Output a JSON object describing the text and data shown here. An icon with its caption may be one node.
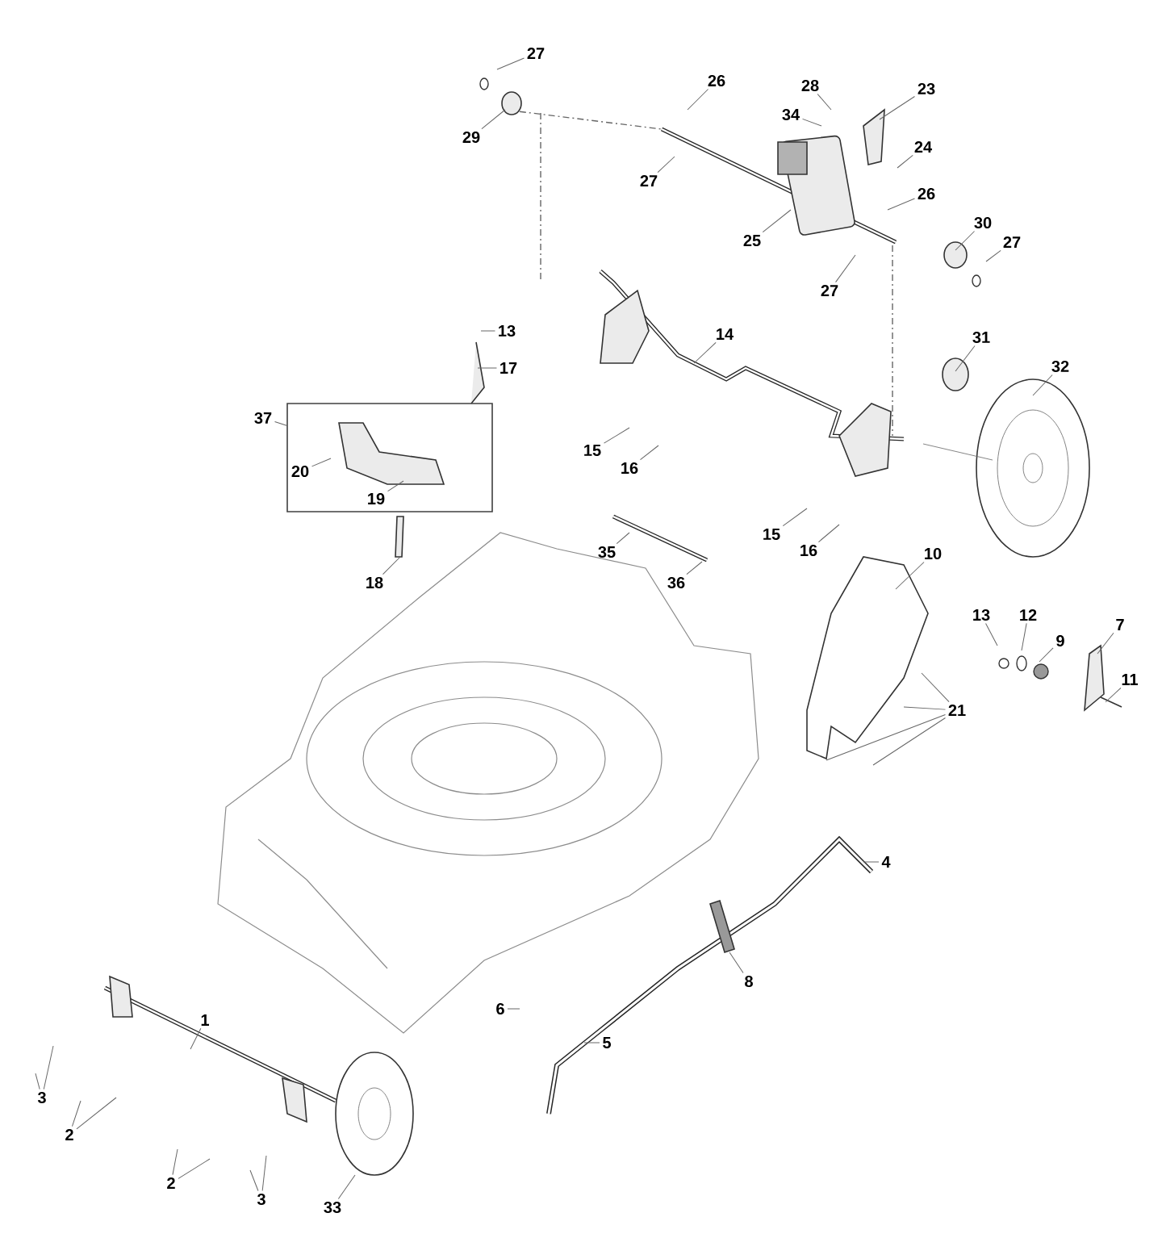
{
  "diagram": {
    "nodes": [
      {
        "text": [
          "27"
        ]
      },
      {
        "text": [
          "26"
        ]
      },
      {
        "text": [
          "28"
        ]
      },
      {
        "text": [
          "23"
        ]
      },
      {
        "text": [
          "34"
        ]
      },
      {
        "text": [
          "29"
        ]
      },
      {
        "text": [
          "24"
        ]
      },
      {
        "text": [
          "27"
        ]
      },
      {
        "text": [
          "26"
        ]
      },
      {
        "text": [
          "30"
        ]
      },
      {
        "text": [
          "27"
        ]
      },
      {
        "text": [
          "25"
        ]
      },
      {
        "text": [
          "27"
        ]
      },
      {
        "text": [
          "13"
        ]
      },
      {
        "text": [
          "17"
        ]
      },
      {
        "text": [
          "14"
        ]
      },
      {
        "text": [
          "31"
        ]
      },
      {
        "text": [
          "32"
        ]
      },
      {
        "text": [],
        "shape": "box"
      },
      {
        "text": [
          "37"
        ]
      },
      {
        "text": [
          "20"
        ],
        "in": 18
      },
      {
        "text": [
          "19"
        ],
        "in": 18
      },
      {
        "text": [
          "15"
        ]
      },
      {
        "text": [
          "16"
        ]
      },
      {
        "text": [
          "15"
        ]
      },
      {
        "text": [
          "16"
        ]
      },
      {
        "text": [
          "18"
        ]
      },
      {
        "text": [
          "35"
        ]
      },
      {
        "text": [
          "36"
        ]
      },
      {
        "text": [
          "10"
        ]
      },
      {
        "text": [
          "13"
        ]
      },
      {
        "text": [
          "12"
        ]
      },
      {
        "text": [
          "9"
        ]
      },
      {
        "text": [
          "7"
        ]
      },
      {
        "text": [
          "11"
        ]
      },
      {
        "text": [
          "21"
        ]
      },
      {
        "text": [
          "4"
        ]
      },
      {
        "text": [
          "8"
        ]
      },
      {
        "text": [
          "6"
        ]
      },
      {
        "text": [
          "5"
        ]
      },
      {
        "text": [
          "1"
        ]
      },
      {
        "text": [
          "3"
        ]
      },
      {
        "text": [
          "2"
        ]
      },
      {
        "text": [
          "2"
        ]
      },
      {
        "text": [
          "3"
        ]
      },
      {
        "text": [
          "33"
        ]
      }
    ],
    "edges": [
      {
        "from": 0,
        "to": null,
        "arrow": "none"
      },
      {
        "from": 1,
        "to": null,
        "arrow": "none"
      },
      {
        "from": 2,
        "to": null,
        "arrow": "none"
      },
      {
        "from": 3,
        "to": null,
        "arrow": "none"
      },
      {
        "from": 4,
        "to": null,
        "arrow": "none"
      },
      {
        "from": 5,
        "to": null,
        "arrow": "none"
      },
      {
        "from": 6,
        "to": null,
        "arrow": "none"
      },
      {
        "from": 7,
        "to": null,
        "arrow": "none"
      },
      {
        "from": 8,
        "to": null,
        "arrow": "none"
      },
      {
        "from": 9,
        "to": null,
        "arrow": "none"
      },
      {
        "from": 10,
        "to": null,
        "arrow": "none"
      },
      {
        "from": 11,
        "to": null,
        "arrow": "none"
      },
      {
        "from": 12,
        "to": null,
        "arrow": "none"
      },
      {
        "from": 13,
        "to": null,
        "arrow": "none"
      },
      {
        "from": 14,
        "to": null,
        "arrow": "none"
      },
      {
        "from": 15,
        "to": null,
        "arrow": "none"
      },
      {
        "from": 16,
        "to": null,
        "arrow": "none"
      },
      {
        "from": 17,
        "to": null,
        "arrow": "none"
      },
      {
        "from": 19,
        "to": 18,
        "arrow": "none"
      },
      {
        "from": 20,
        "to": null,
        "arrow": "none"
      },
      {
        "from": 21,
        "to": null,
        "arrow": "none"
      },
      {
        "from": 22,
        "to": null,
        "arrow": "none"
      },
      {
        "from": 23,
        "to": null,
        "arrow": "none"
      },
      {
        "from": 24,
        "to": null,
        "arrow": "none"
      },
      {
        "from": 25,
        "to": null,
        "arrow": "none"
      },
      {
        "from": 26,
        "to": null,
        "arrow": "none"
      },
      {
        "from": 27,
        "to": null,
        "arrow": "none"
      },
      {
        "from": 28,
        "to": null,
        "arrow": "none"
      },
      {
        "from": 29,
        "to": null,
        "arrow": "none"
      },
      {
        "from": 30,
        "to": null,
        "arrow": "none"
      },
      {
        "from": 31,
        "to": null,
        "arrow": "none"
      },
      {
        "from": 32,
        "to": null,
        "arrow": "none"
      },
      {
        "from": 33,
        "to": null,
        "arrow": "none"
      },
      {
        "from": 34,
        "to": null,
        "arrow": "none"
      },
      {
        "from": 35,
        "to": null,
        "arrow": "none"
      },
      {
        "from": 35,
        "to": null,
        "arrow": "none"
      },
      {
        "from": 35,
        "to": null,
        "arrow": "none"
      },
      {
        "from": 35,
        "to": null,
        "arrow": "none"
      },
      {
        "from": 36,
        "to": null,
        "arrow": "none"
      },
      {
        "from": 37,
        "to": null,
        "arrow": "none"
      },
      {
        "from": 38,
        "to": null,
        "arrow": "none"
      },
      {
        "from": 39,
        "to": null,
        "arrow": "none"
      },
      {
        "from": 40,
        "to": null,
        "arrow": "none"
      },
      {
        "from": 41,
        "to": null,
        "arrow": "none"
      },
      {
        "from": 41,
        "to": null,
        "arrow": "none"
      },
      {
        "from": 42,
        "to": null,
        "arrow": "none"
      },
      {
        "from": 42,
        "to": null,
        "arrow": "none"
      },
      {
        "from": 43,
        "to": null,
        "arrow": "none"
      },
      {
        "from": 43,
        "to": null,
        "arrow": "none"
      },
      {
        "from": 44,
        "to": null,
        "arrow": "none"
      },
      {
        "from": 44,
        "to": null,
        "arrow": "none"
      },
      {
        "from": 45,
        "to": null,
        "arrow": "none"
      }
    ]
  }
}
